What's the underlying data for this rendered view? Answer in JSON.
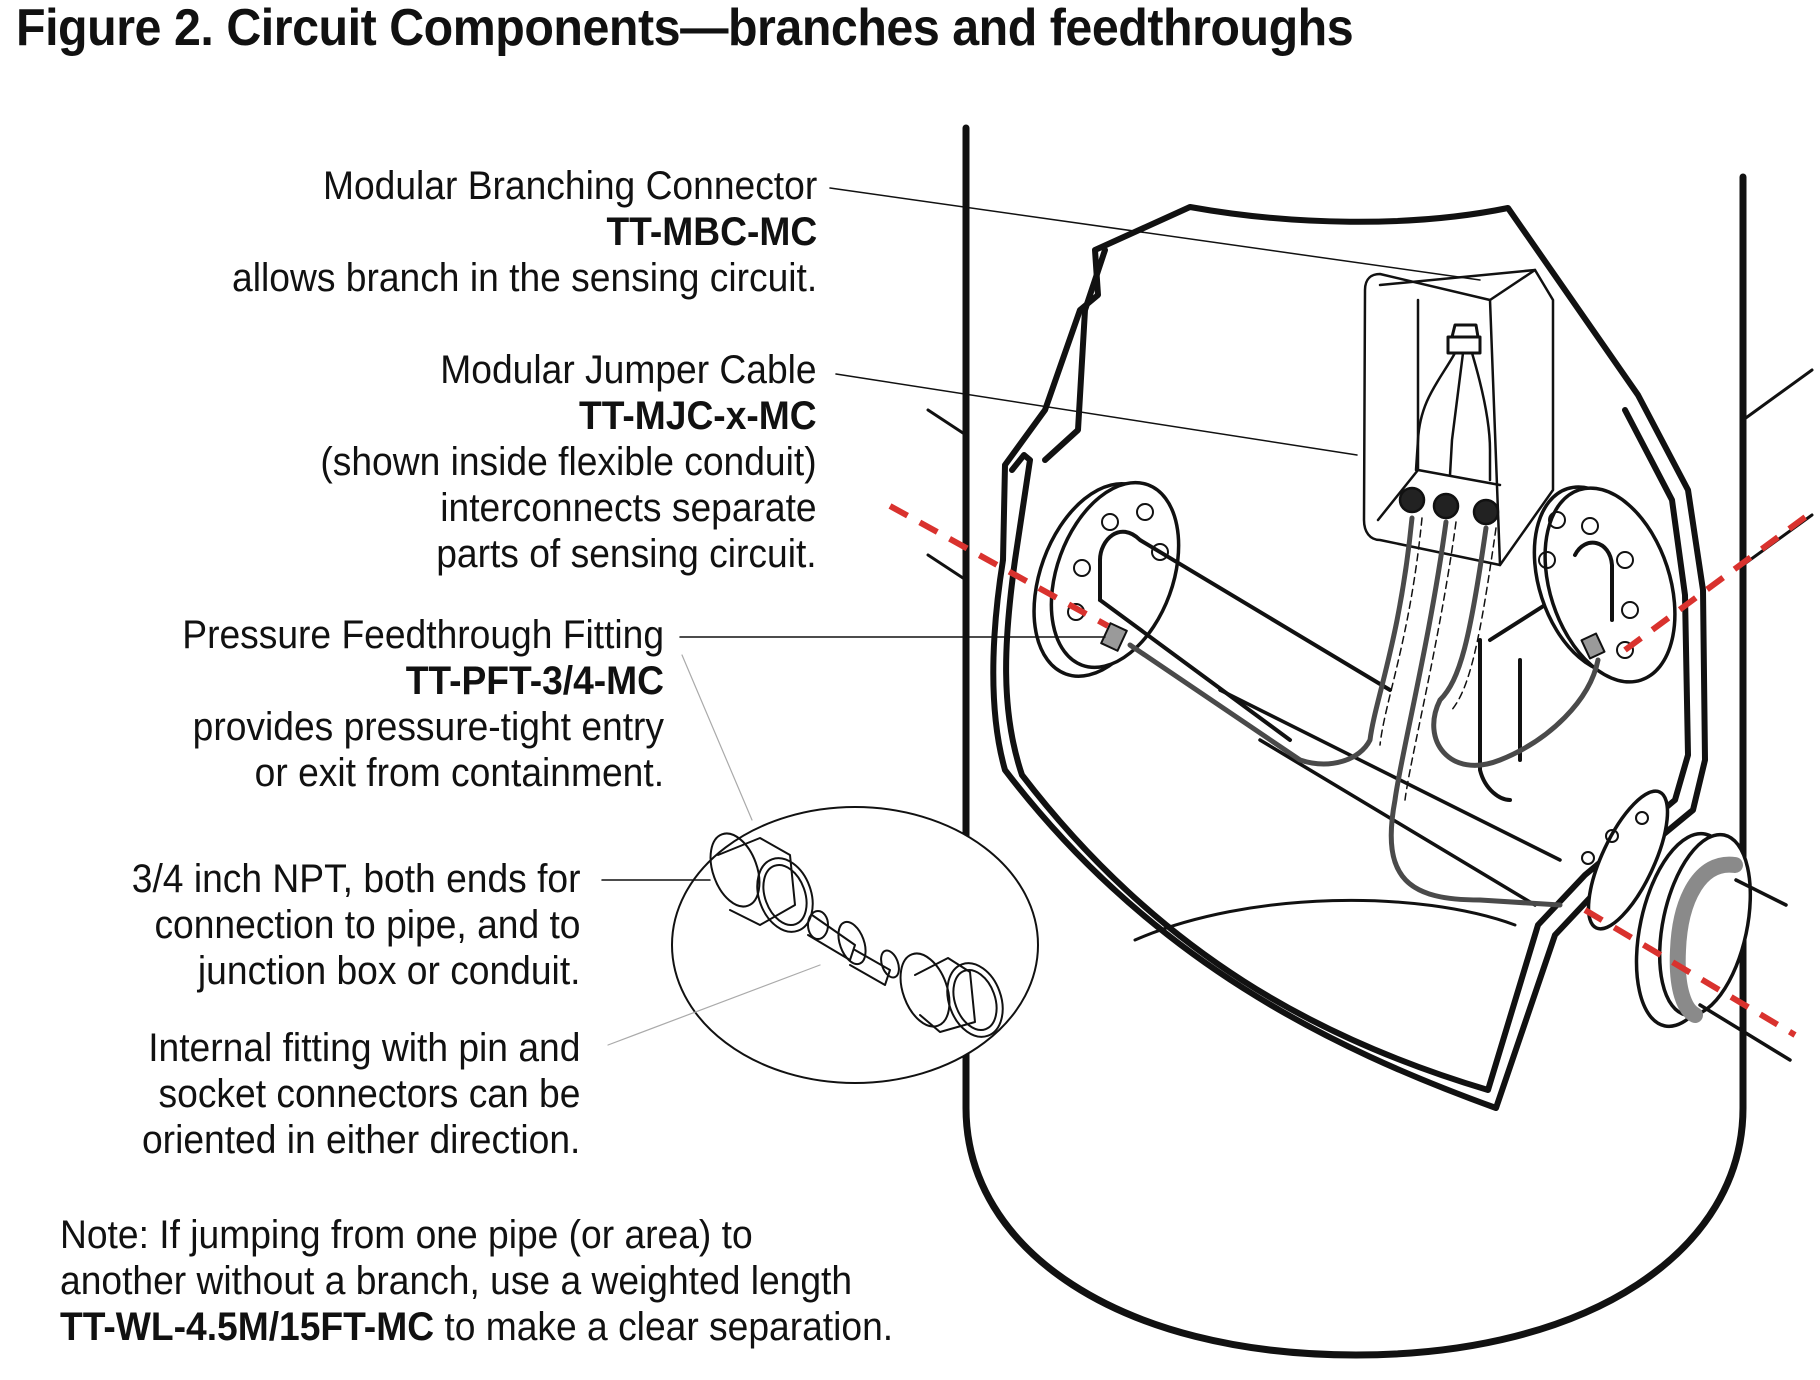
{
  "figure": {
    "title": "Figure 2. Circuit Components—branches and feedthroughs"
  },
  "callouts": {
    "branching_connector": {
      "name": "Modular Branching Connector",
      "part_number": "TT-MBC-MC",
      "description": "allows branch in the sensing circuit."
    },
    "jumper_cable": {
      "name": "Modular Jumper Cable",
      "part_number": "TT-MJC-x-MC",
      "line1": "(shown inside flexible conduit)",
      "line2": "interconnects separate",
      "line3": "parts of sensing circuit."
    },
    "feedthrough_fitting": {
      "name": "Pressure Feedthrough Fitting",
      "part_number": "TT-PFT-3/4-MC",
      "line1": "provides pressure-tight entry",
      "line2": "or exit from containment."
    },
    "npt_ends": {
      "line1": "3/4 inch NPT, both ends for",
      "line2": "connection to pipe, and to",
      "line3": "junction box or conduit."
    },
    "internal_fitting": {
      "line1": "Internal fitting with pin and",
      "line2": "socket connectors can be",
      "line3": "oriented in either direction."
    }
  },
  "note": {
    "line1": "Note: If jumping from one pipe (or area) to",
    "line2": "another without a branch, use a weighted length",
    "part_number": "TT-WL-4.5M/15FT-MC",
    "line3_suffix": " to make a clear separation."
  },
  "colors": {
    "ink": "#111111",
    "cable": "#4a4a4a",
    "pipe_boundary_dash": "#d9322e",
    "seal_gray": "#8a8a8a"
  }
}
